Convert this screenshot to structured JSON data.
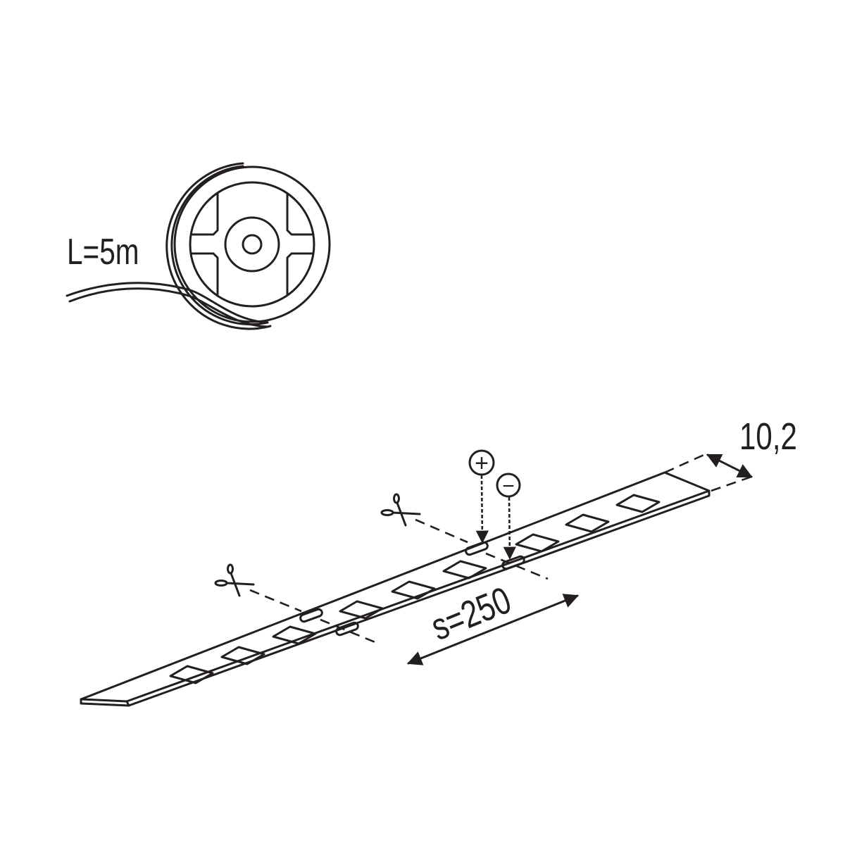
{
  "reel": {
    "length_label": "L=5m"
  },
  "strip": {
    "width_label": "10,2",
    "spacing_label": "s=250",
    "plus_symbol": "+",
    "minus_symbol": "−",
    "led_count": 9,
    "led_fill": "#c8c8c8",
    "line_color": "#231f20"
  },
  "icons": [
    "scissors-icon",
    "scissors-icon",
    "plus-terminal-icon",
    "minus-terminal-icon"
  ]
}
